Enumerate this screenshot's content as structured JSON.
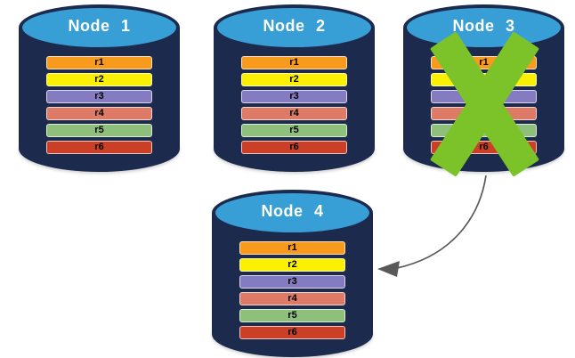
{
  "diagram": {
    "nodes": [
      {
        "id": "node-1",
        "label": "Node 1",
        "failed": false
      },
      {
        "id": "node-2",
        "label": "Node 2",
        "failed": false
      },
      {
        "id": "node-3",
        "label": "Node 3",
        "failed": true
      },
      {
        "id": "node-4",
        "label": "Node 4",
        "failed": false
      }
    ],
    "records": [
      {
        "label": "r1",
        "color": "#F89B1C"
      },
      {
        "label": "r2",
        "color": "#FBF000"
      },
      {
        "label": "r3",
        "color": "#857BC1"
      },
      {
        "label": "r4",
        "color": "#DE7B66"
      },
      {
        "label": "r5",
        "color": "#8EC07C"
      },
      {
        "label": "r6",
        "color": "#CB3F26"
      }
    ],
    "colors": {
      "cylinder_body": "#1C2B4D",
      "cylinder_top": "#379FD6",
      "node_label_text": "#FFFFFF",
      "record_text": "#000000",
      "failure_x": "#7CC32A",
      "arrow": "#595959"
    },
    "arrow": {
      "from": "node-3",
      "to": "node-4"
    }
  }
}
